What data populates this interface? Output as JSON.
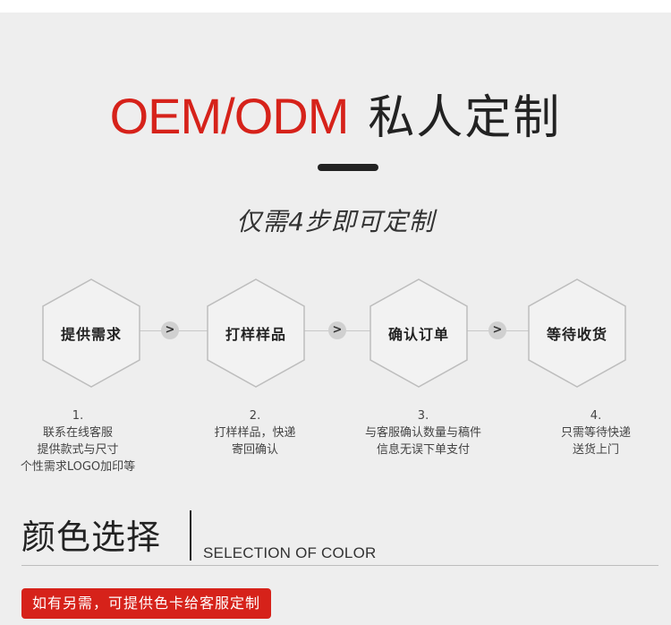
{
  "header": {
    "title_en": "OEM/ODM",
    "title_cn": "私人定制",
    "subtitle": "仅需4步即可定制"
  },
  "steps": [
    {
      "label": "提供需求",
      "number": "1.",
      "desc_lines": [
        "联系在线客服",
        "提供款式与尺寸",
        "个性需求LOGO加印等"
      ]
    },
    {
      "label": "打样样品",
      "number": "2.",
      "desc_lines": [
        "打样样品，快递",
        "寄回确认"
      ]
    },
    {
      "label": "确认订单",
      "number": "3.",
      "desc_lines": [
        "与客服确认数量与稿件",
        "信息无误下单支付"
      ]
    },
    {
      "label": "等待收货",
      "number": "4.",
      "desc_lines": [
        "只需等待快递",
        "送货上门"
      ]
    }
  ],
  "arrows": [
    ">",
    ">",
    ">"
  ],
  "color_section": {
    "title": "颜色选择",
    "subtitle": "SELECTION OF COLOR",
    "notice": "如有另需，可提供色卡给客服定制"
  },
  "colors": {
    "accent": "#d6221a",
    "background": "#eeeeee",
    "hex_fill": "#f2f2f2",
    "hex_stroke": "#bdbdbd",
    "arrow_bg": "#d0d0d0"
  },
  "icons": {
    "step_arrow": "chevron-right-icon",
    "step_shape": "hexagon-icon"
  }
}
